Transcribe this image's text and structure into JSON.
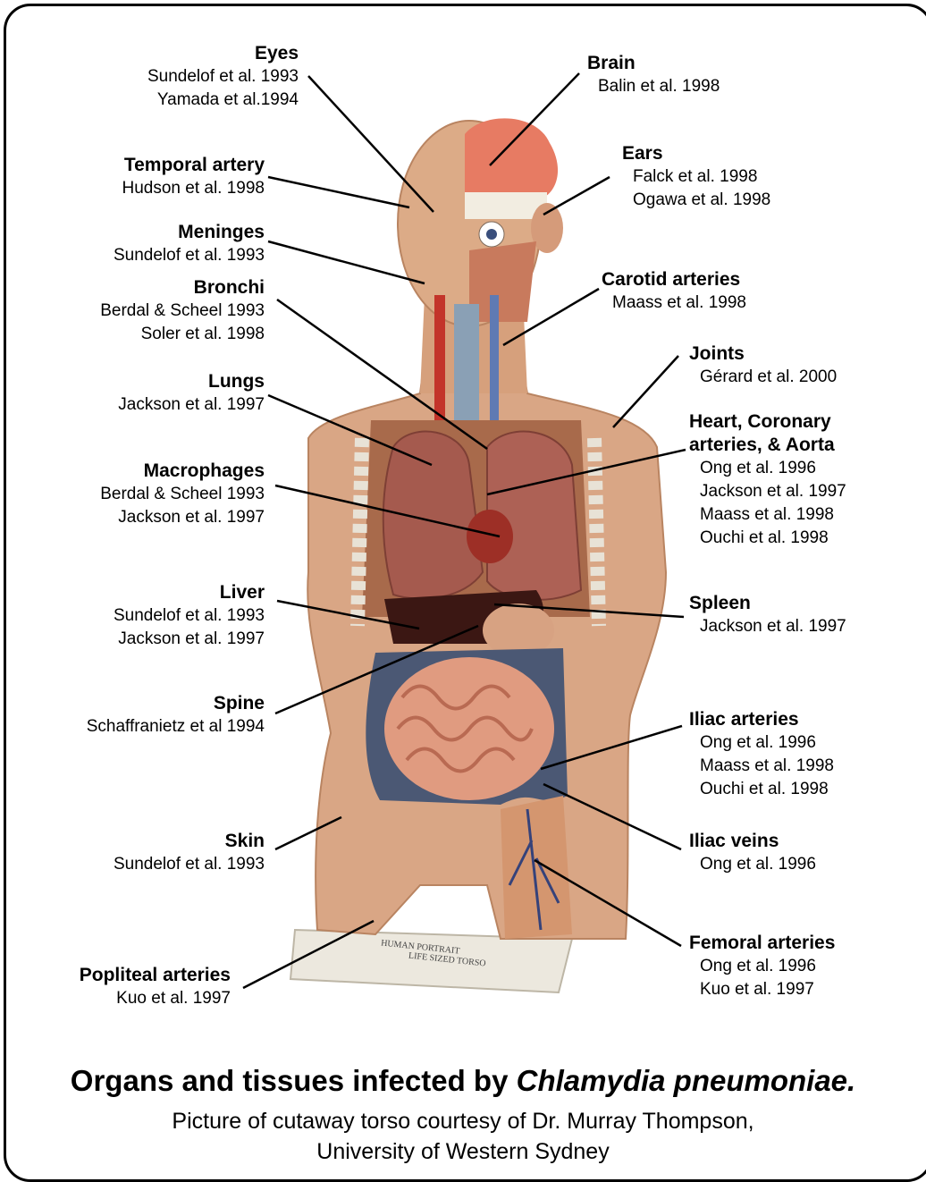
{
  "labels": [
    {
      "id": "eyes",
      "name": "Eyes",
      "refs": [
        "Sundelof et al. 1993",
        "Yamada et al.1994"
      ]
    },
    {
      "id": "temporal-artery",
      "name": "Temporal artery",
      "refs": [
        "Hudson et al. 1998"
      ]
    },
    {
      "id": "meninges",
      "name": "Meninges",
      "refs": [
        "Sundelof et al. 1993"
      ]
    },
    {
      "id": "bronchi",
      "name": "Bronchi",
      "refs": [
        "Berdal & Scheel 1993",
        "Soler et al. 1998"
      ]
    },
    {
      "id": "lungs",
      "name": "Lungs",
      "refs": [
        "Jackson et al. 1997"
      ]
    },
    {
      "id": "macrophages",
      "name": "Macrophages",
      "refs": [
        "Berdal & Scheel 1993",
        "Jackson et al. 1997"
      ]
    },
    {
      "id": "liver",
      "name": "Liver",
      "refs": [
        "Sundelof et al. 1993",
        "Jackson et al. 1997"
      ]
    },
    {
      "id": "spine",
      "name": "Spine",
      "refs": [
        "Schaffranietz et al 1994"
      ]
    },
    {
      "id": "skin",
      "name": "Skin",
      "refs": [
        "Sundelof et al. 1993"
      ]
    },
    {
      "id": "popliteal-arteries",
      "name": "Popliteal arteries",
      "refs": [
        "Kuo et al. 1997"
      ]
    },
    {
      "id": "brain",
      "name": "Brain",
      "refs": [
        "Balin et al. 1998"
      ]
    },
    {
      "id": "ears",
      "name": "Ears",
      "refs": [
        "Falck et al. 1998",
        "Ogawa et al. 1998"
      ]
    },
    {
      "id": "carotid-arteries",
      "name": "Carotid arteries",
      "refs": [
        "Maass et al. 1998"
      ]
    },
    {
      "id": "joints",
      "name": "Joints",
      "refs": [
        "Gérard et al. 2000"
      ]
    },
    {
      "id": "heart",
      "name": "Heart, Coronary arteries, & Aorta",
      "refs": [
        "Ong et al. 1996",
        "Jackson et al. 1997",
        "Maass et al. 1998",
        "Ouchi et al. 1998"
      ]
    },
    {
      "id": "spleen",
      "name": "Spleen",
      "refs": [
        "Jackson et al. 1997"
      ]
    },
    {
      "id": "iliac-arteries",
      "name": "Iliac arteries",
      "refs": [
        "Ong et al. 1996",
        "Maass et al. 1998",
        "Ouchi et al. 1998"
      ]
    },
    {
      "id": "iliac-veins",
      "name": "Iliac veins",
      "refs": [
        "Ong et al. 1996"
      ]
    },
    {
      "id": "femoral-arteries",
      "name": "Femoral arteries",
      "refs": [
        "Ong et al. 1996",
        "Kuo et al. 1997"
      ]
    }
  ],
  "caption": {
    "title_prefix": "Organs and tissues infected by ",
    "title_italic": "Chlamydia pneumoniae.",
    "credit_line1": "Picture of cutaway torso courtesy of Dr. Murray Thompson,",
    "credit_line2": "University of Western Sydney"
  },
  "model_base_text": [
    "HUMAN PORTRAIT",
    "LIFE SIZED TORSO"
  ]
}
